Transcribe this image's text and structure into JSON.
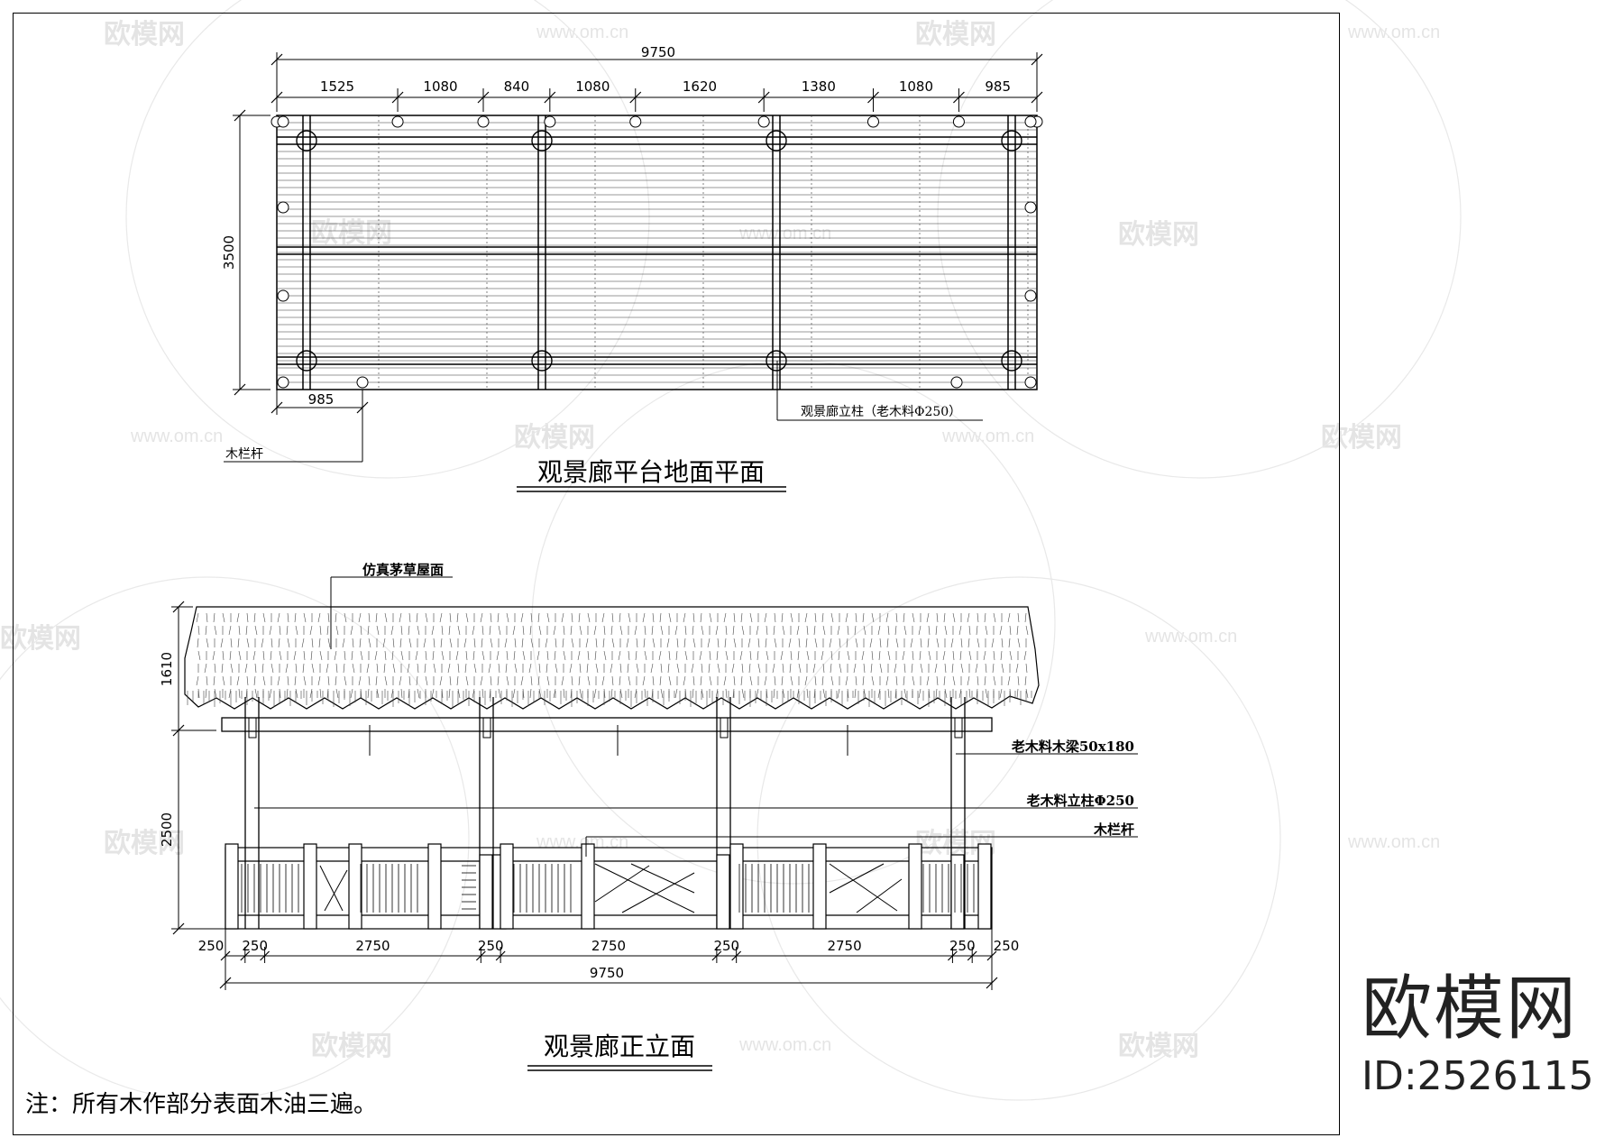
{
  "plan": {
    "title": "观景廊平台地面平面",
    "total_width": "9750",
    "segments": [
      "1525",
      "1080",
      "840",
      "1080",
      "1620",
      "1380",
      "1080",
      "985"
    ],
    "depth": "3500",
    "offset": "985",
    "callout_column": "观景廊立柱（老木料Φ250）",
    "callout_railing": "木栏杆"
  },
  "elevation": {
    "title": "观景廊正立面",
    "roof_height": "1610",
    "body_height": "2500",
    "callout_roof": "仿真茅草屋面",
    "callout_beam": "老木料木梁50x180",
    "callout_column": "老木料立柱Φ250",
    "callout_railing": "木栏杆",
    "bottom_dims": [
      "250",
      "250",
      "2750",
      "250",
      "2750",
      "250",
      "2750",
      "250",
      "250"
    ],
    "total_width": "9750"
  },
  "note": "注：所有木作部分表面木油三遍。",
  "watermarks": {
    "brand": "欧模网",
    "url": "www.om.cn"
  },
  "logo": {
    "brand": "欧模网",
    "id": "ID:2526115"
  }
}
